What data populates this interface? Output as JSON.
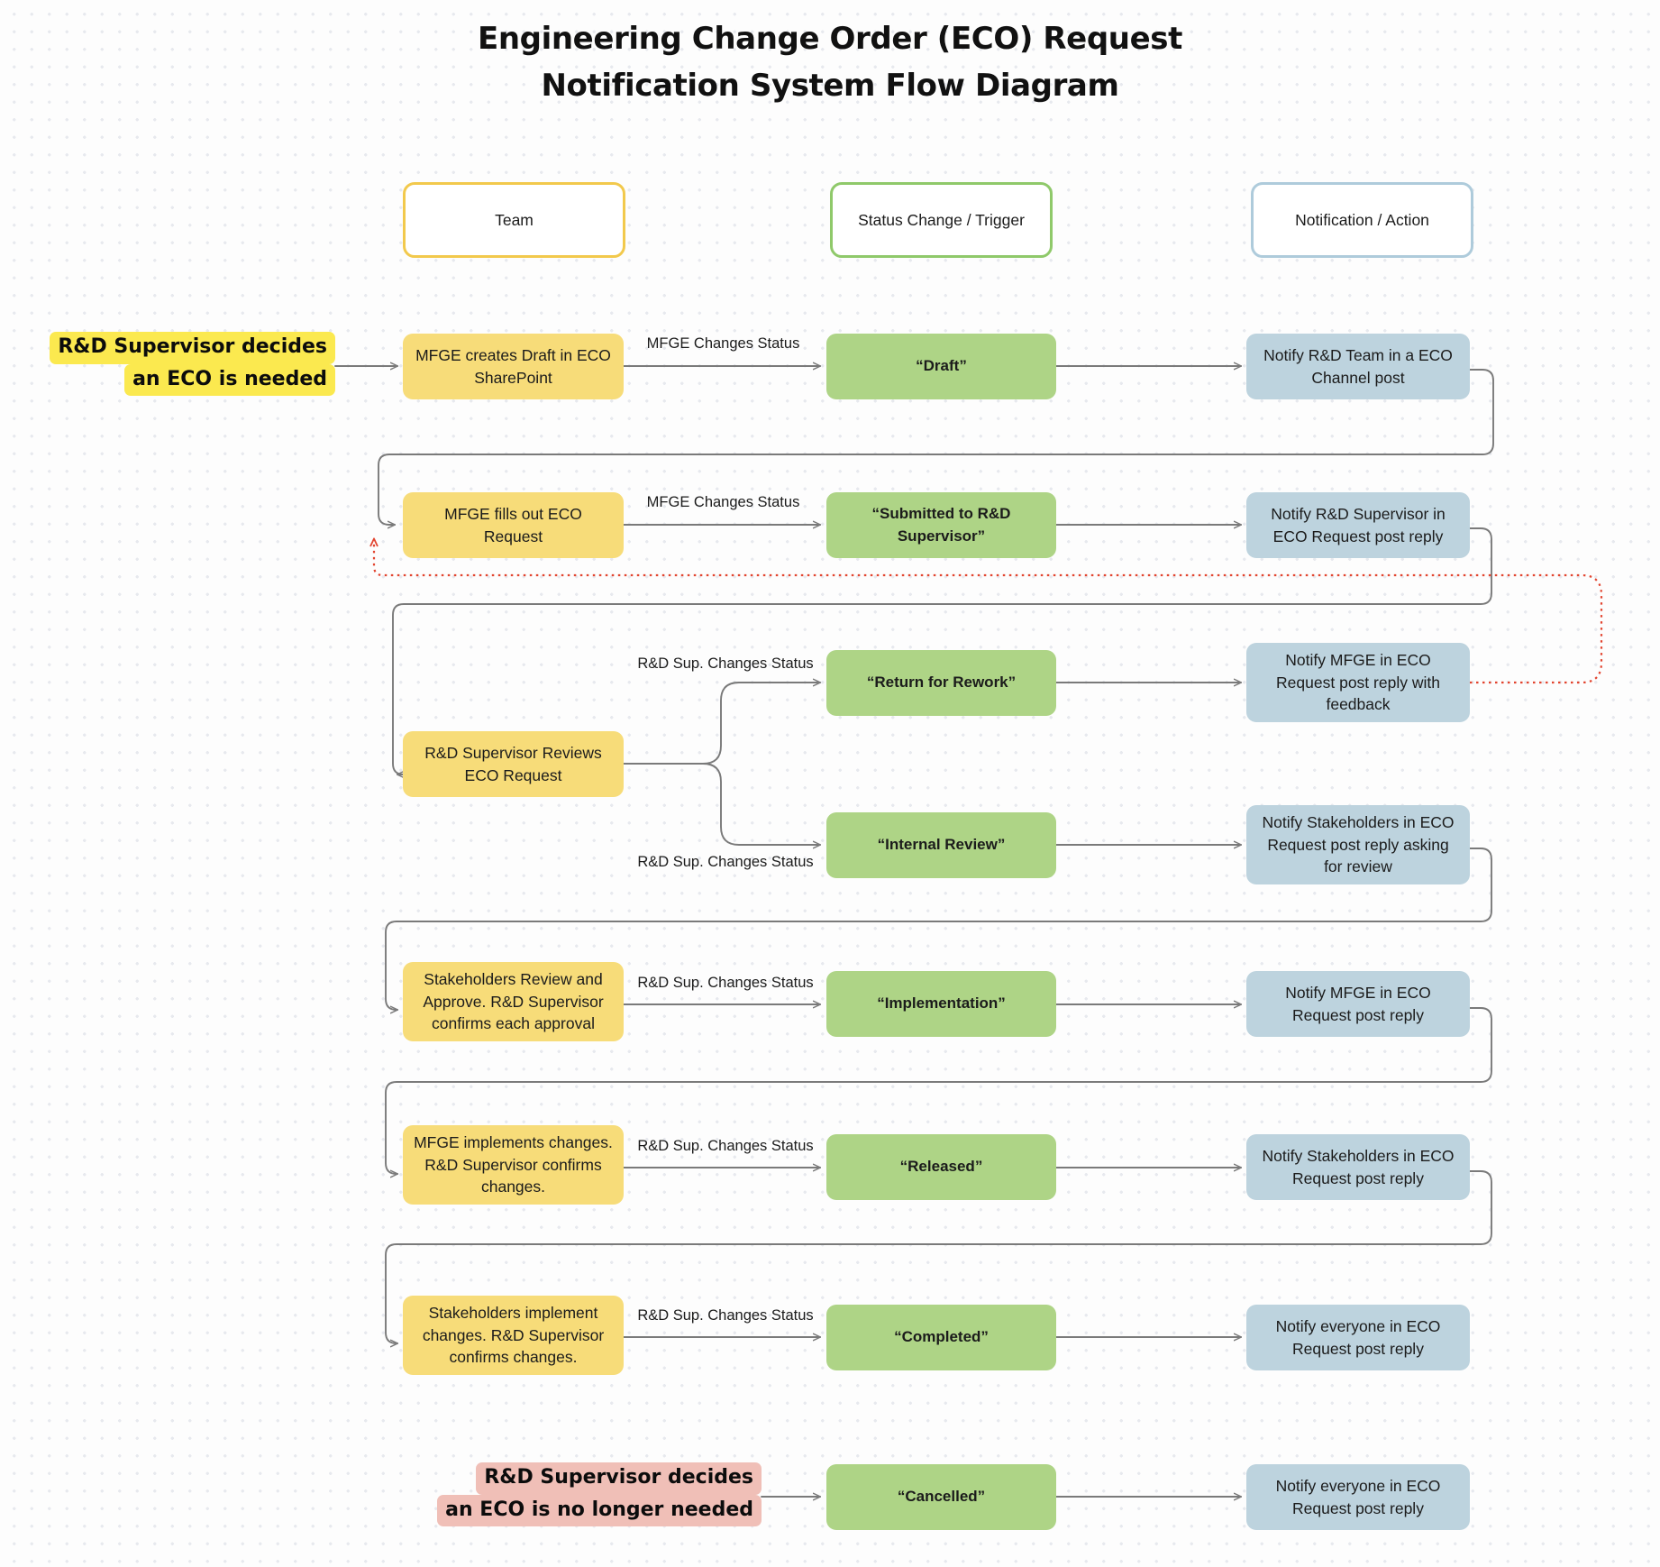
{
  "title": {
    "line1": "Engineering Change Order (ECO) Request",
    "line2": "Notification System Flow Diagram"
  },
  "colors": {
    "team_fill": "#f7dc79",
    "team_border": "#f2c94c",
    "status_fill": "#aed486",
    "status_border": "#8fc96a",
    "notification_fill": "#bdd3de",
    "notification_border": "#aecbdb",
    "highlight_yellow": "#fbe94f",
    "highlight_pink": "#f0bfb7",
    "connector": "#7a7a7a",
    "rework_loop": "#e2442f",
    "background": "#fdfdfd",
    "dot_grid": "#e7e9ee"
  },
  "legend": [
    {
      "label": "Team",
      "kind": "team"
    },
    {
      "label": "Status Change / Trigger",
      "kind": "status"
    },
    {
      "label": "Notification / Action",
      "kind": "notif"
    }
  ],
  "markers": [
    {
      "id": "start-marker",
      "tone": "yellow",
      "line1": "R&D Supervisor decides",
      "line2": "an ECO is needed"
    },
    {
      "id": "cancel-marker",
      "tone": "pink",
      "line1": "R&D Supervisor decides",
      "line2": "an ECO is no longer needed"
    }
  ],
  "rows": [
    {
      "id": "row-draft",
      "team": "MFGE creates Draft in ECO SharePoint",
      "edge_label": "MFGE Changes Status",
      "status": "“Draft”",
      "notification": "Notify R&D Team in a ECO Channel post"
    },
    {
      "id": "row-submitted",
      "team": "MFGE fills out ECO Request",
      "edge_label": "MFGE Changes Status",
      "status": "“Submitted to R&D Supervisor”",
      "notification": "Notify R&D Supervisor in ECO Request post reply"
    },
    {
      "id": "row-rework",
      "team": "",
      "edge_label": "R&D Sup. Changes Status",
      "status": "“Return for Rework”",
      "notification": "Notify MFGE in ECO Request post reply with feedback"
    },
    {
      "id": "row-review",
      "team": "R&D Supervisor Reviews ECO Request",
      "edge_label": "R&D Sup. Changes Status",
      "status": "“Internal Review”",
      "notification": "Notify Stakeholders in ECO Request post reply asking for review"
    },
    {
      "id": "row-implementation",
      "team": "Stakeholders Review and Approve. R&D Supervisor confirms each approval",
      "edge_label": "R&D Sup. Changes Status",
      "status": "“Implementation”",
      "notification": "Notify MFGE in ECO Request post reply"
    },
    {
      "id": "row-released",
      "team": "MFGE implements changes. R&D Supervisor confirms changes.",
      "edge_label": "R&D Sup. Changes Status",
      "status": "“Released”",
      "notification": "Notify Stakeholders in ECO Request post reply"
    },
    {
      "id": "row-completed",
      "team": "Stakeholders implement changes. R&D Supervisor confirms changes.",
      "edge_label": "R&D Sup. Changes Status",
      "status": "“Completed”",
      "notification": "Notify everyone in ECO Request post reply"
    },
    {
      "id": "row-cancelled",
      "team": "",
      "edge_label": "",
      "status": "“Cancelled”",
      "notification": "Notify everyone in ECO Request post reply"
    }
  ]
}
